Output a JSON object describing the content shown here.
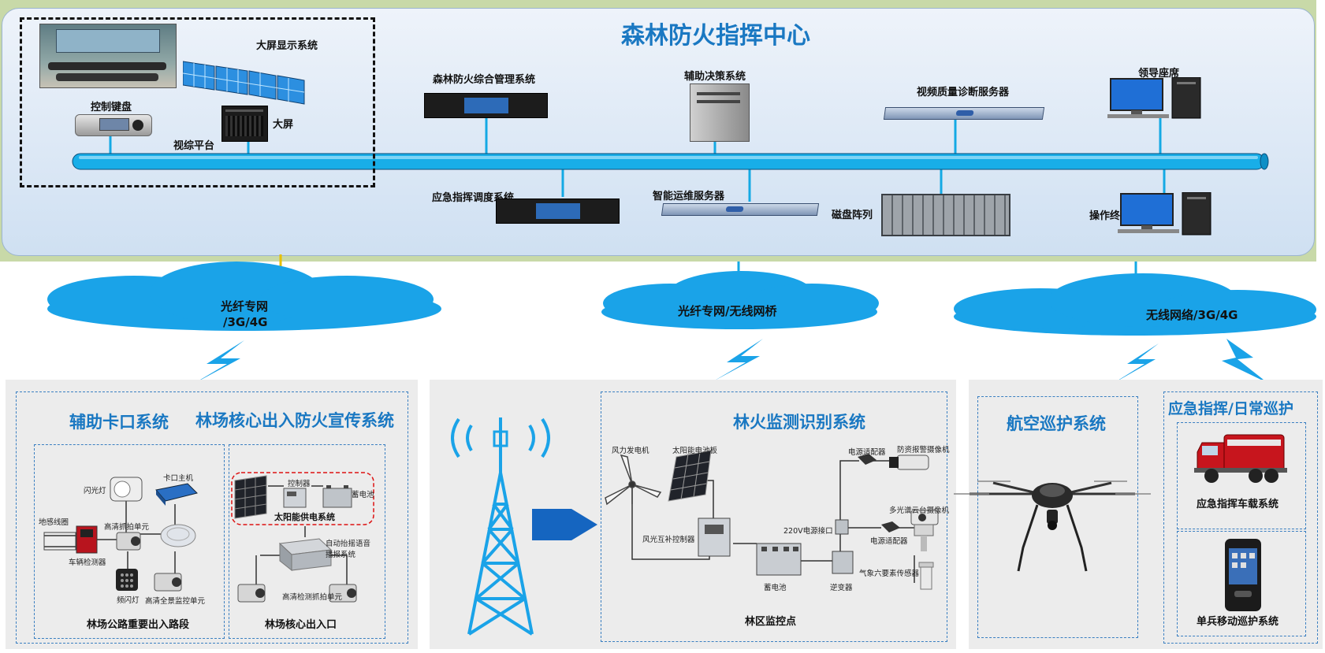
{
  "colors": {
    "accent": "#1a78c2",
    "bus": "#14a9e4",
    "cloud": "#1aa3e8",
    "panel": "#ececec"
  },
  "center": {
    "title": "森林防火指挥中心",
    "big_screen_system": "大屏显示系统",
    "control_keyboard": "控制键盘",
    "video_platform": "视综平台",
    "big_screen": "大屏",
    "integrated_mgmt": "森林防火综合管理系统",
    "decision_support": "辅助决策系统",
    "video_quality": "视频质量诊断服务器",
    "leader_seat": "领导座席",
    "emergency_dispatch": "应急指挥调度系统",
    "ops_server": "智能运维服务器",
    "disk_array": "磁盘阵列",
    "operator_terminal": "操作终端"
  },
  "clouds": {
    "left_line1": "光纤专网",
    "left_line2": "/3G/4G",
    "middle": "光纤专网/无线网桥",
    "right": "无线网络/3G/4G"
  },
  "panel1": {
    "title_checkpoint": "辅助卡口系统",
    "title_core": "林场核心出入防火宣传系统",
    "flash_light": "闪光灯",
    "checkpoint_host": "卡口主机",
    "loop_coil": "地感线圈",
    "hd_capture": "高清抓拍单元",
    "vehicle_detector": "车辆检测器",
    "strobe": "频闪灯",
    "hd_panorama": "高清全景监控单元",
    "road_caption": "林场公路重要出入路段",
    "controller": "控制器",
    "battery": "蓄电池",
    "solar_system": "太阳能供电系统",
    "auto_voice": "自动抬摇语音播报系统",
    "hd_detect": "高清检测抓拍单元",
    "core_caption": "林场核心出入口"
  },
  "panel2": {
    "title": "林火监测识别系统",
    "wind_turbine": "风力发电机",
    "solar_panel": "太阳能电池板",
    "power_adapter_1": "电源适配器",
    "fire_camera": "防资报警摄像机",
    "multi_ptz": "多光谱云台摄像机",
    "hybrid_controller": "风光互补控制器",
    "ac220": "220V电源接口",
    "power_adapter_2": "电源适配器",
    "weather_sensor": "气象六要素传感器",
    "battery": "蓄电池",
    "inverter": "逆变器",
    "caption": "林区监控点"
  },
  "panel3": {
    "title": "航空巡护系统"
  },
  "panel4": {
    "title": "应急指挥/日常巡护",
    "vehicle_system": "应急指挥车载系统",
    "mobile_system": "单兵移动巡护系统"
  }
}
